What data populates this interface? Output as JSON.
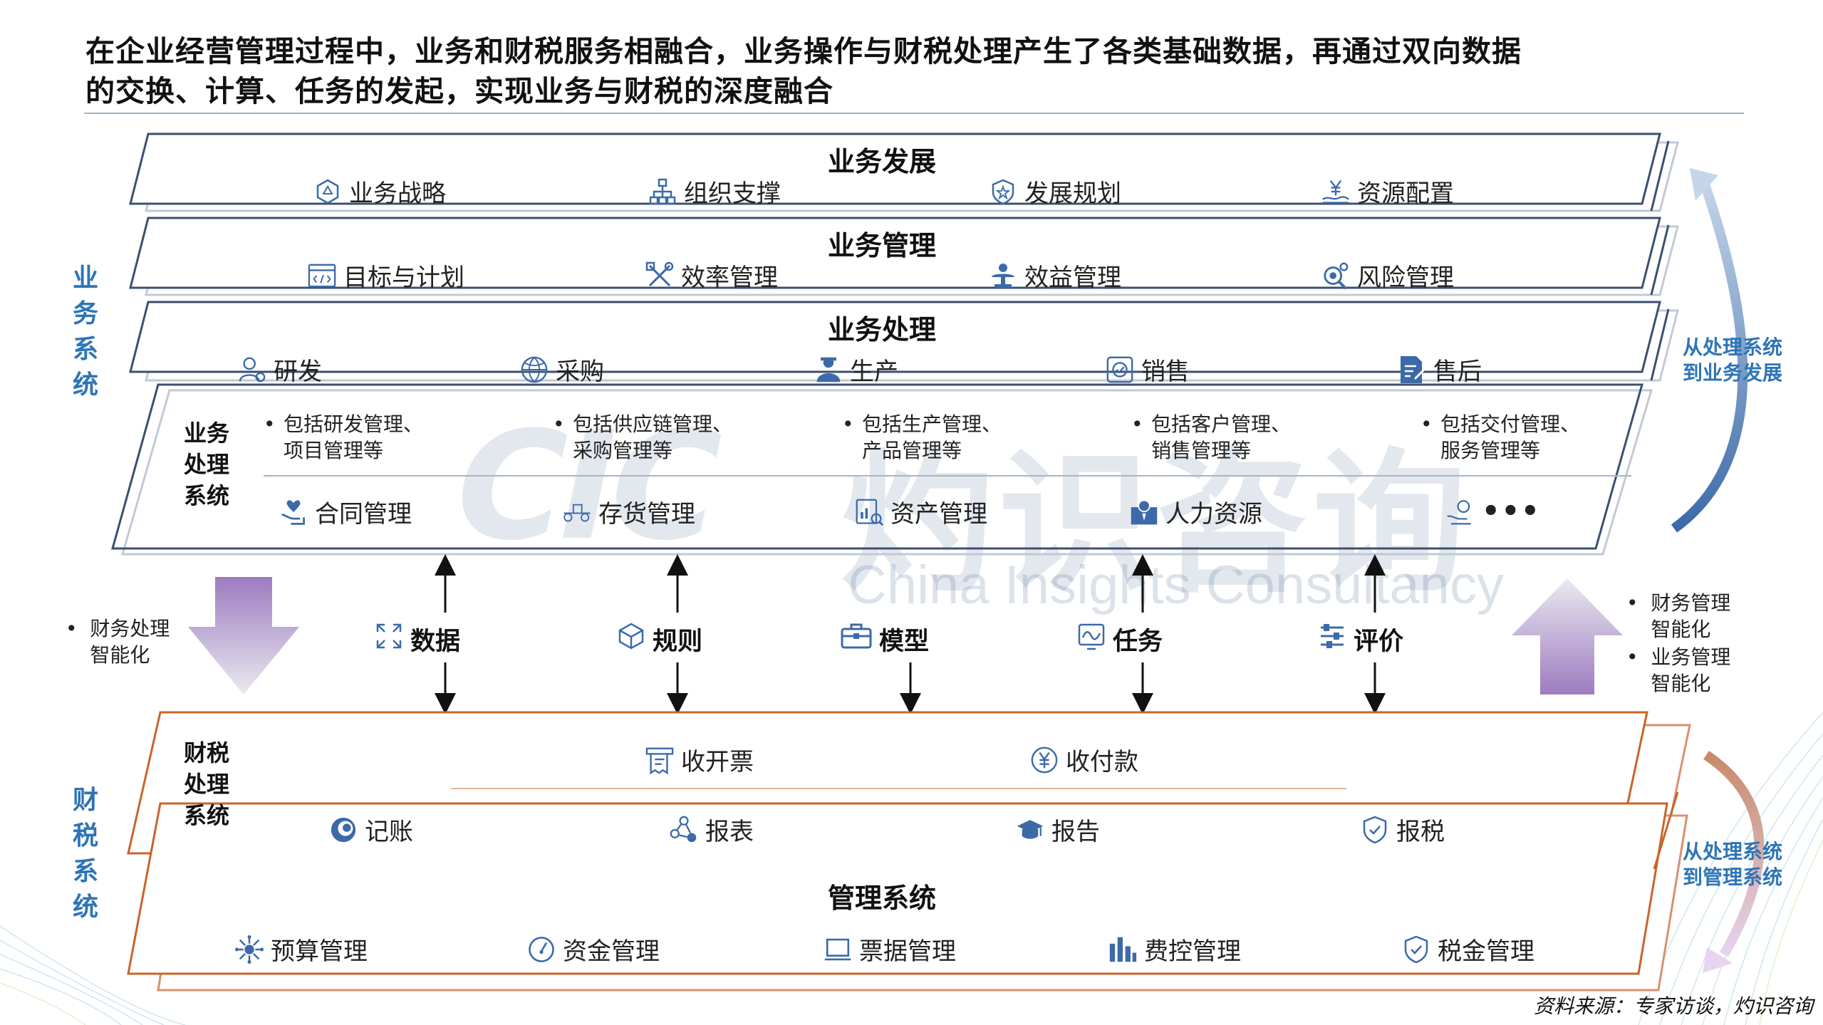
{
  "header": {
    "line1": "在企业经营管理过程中，业务和财税服务相融合，业务操作与财税处理产生了各类基础数据，再通过双向数据",
    "line2": "的交换、计算、任务的发起，实现业务与财税的深度融合"
  },
  "watermark": {
    "logo": "CIC",
    "cn": "灼识咨询",
    "en": "China Insights Consultancy"
  },
  "left_labels": {
    "business": [
      "业",
      "务",
      "系",
      "统"
    ],
    "tax": [
      "财",
      "税",
      "系",
      "统"
    ]
  },
  "band_development": {
    "title": "业务发展",
    "items": [
      "业务战略",
      "组织支撑",
      "发展规划",
      "资源配置"
    ]
  },
  "band_management": {
    "title": "业务管理",
    "items": [
      "目标与计划",
      "效率管理",
      "效益管理",
      "风险管理"
    ]
  },
  "band_processing": {
    "title": "业务处理",
    "items": [
      "研发",
      "采购",
      "生产",
      "销售",
      "售后"
    ]
  },
  "business_system": {
    "label": [
      "业务",
      "处理",
      "系统"
    ],
    "bullets": [
      [
        "包括研发管理、",
        "项目管理等"
      ],
      [
        "包括供应链管理、",
        "采购管理等"
      ],
      [
        "包括生产管理、",
        "产品管理等"
      ],
      [
        "包括客户管理、",
        "销售管理等"
      ],
      [
        "包括交付管理、",
        "服务管理等"
      ]
    ],
    "modules": [
      "合同管理",
      "存货管理",
      "资产管理",
      "人力资源",
      "•••"
    ]
  },
  "flows": [
    "数据",
    "规则",
    "模型",
    "任务",
    "评价"
  ],
  "left_note": "财务处理\n智能化",
  "right_notes": [
    "财务管理\n智能化",
    "业务管理\n智能化"
  ],
  "blue_notes": {
    "top": "从处理系统\n到业务发展",
    "bottom": "从处理系统\n到管理系统"
  },
  "tax_system": {
    "label": [
      "财税",
      "处理",
      "系统"
    ],
    "top_items": [
      "收开票",
      "收付款"
    ],
    "bottom_items": [
      "记账",
      "报表",
      "报告",
      "报税"
    ]
  },
  "mgmt_system": {
    "title": "管理系统",
    "items": [
      "预算管理",
      "资金管理",
      "票据管理",
      "费控管理",
      "税金管理"
    ]
  },
  "source": "资料来源：专家访谈，灼识咨询",
  "colors": {
    "blue_frame": "#3a5070",
    "orange_frame": "#c8642a",
    "blue_text": "#2e75b6",
    "icon_blue": "#3c6aa8"
  }
}
